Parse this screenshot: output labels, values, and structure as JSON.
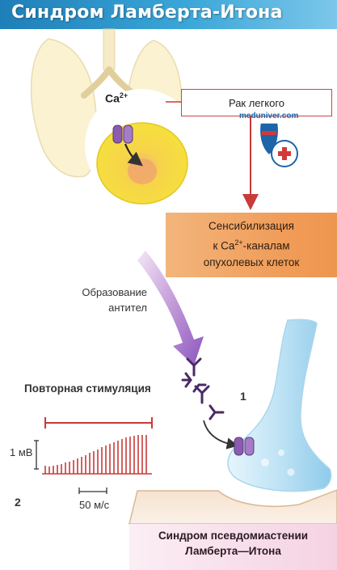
{
  "title": "Синдром Ламберта-Итона",
  "cancer_box": "Рак легкого",
  "watermark": "meduniver.com",
  "ca_label": {
    "base": "Ca",
    "sup": "2+"
  },
  "sensitization": {
    "line1": "Сенсибилизация",
    "line2_pre": "к Ca",
    "line2_sup": "2+",
    "line2_post": "-каналам",
    "line3": "опухолевых клеток"
  },
  "antibody_formation": {
    "line1": "Образование",
    "line2": "антител"
  },
  "repeated_stimulation": "Повторная стимуляция",
  "label_1": "1",
  "label_2": "2",
  "scale_mv": "1 мВ",
  "scale_ms": "50 м/с",
  "syndrome": {
    "line1": "Синдром псевдомиастении",
    "line2": "Ламберта—Итона"
  },
  "colors": {
    "title_bar": "#2a93cc",
    "cell_yellow": "#f5df3a",
    "channel_purple": "#8a5bb0",
    "arrow_red": "#c93a3a",
    "orange_box": "#f09c58",
    "nerve_blue": "#bfe3f5",
    "pink_box": "#f5d2e2"
  },
  "icons": [
    "lung-icon",
    "medical-shield-icon",
    "antibody-icon",
    "calcium-channel-icon",
    "nerve-terminal-icon"
  ]
}
